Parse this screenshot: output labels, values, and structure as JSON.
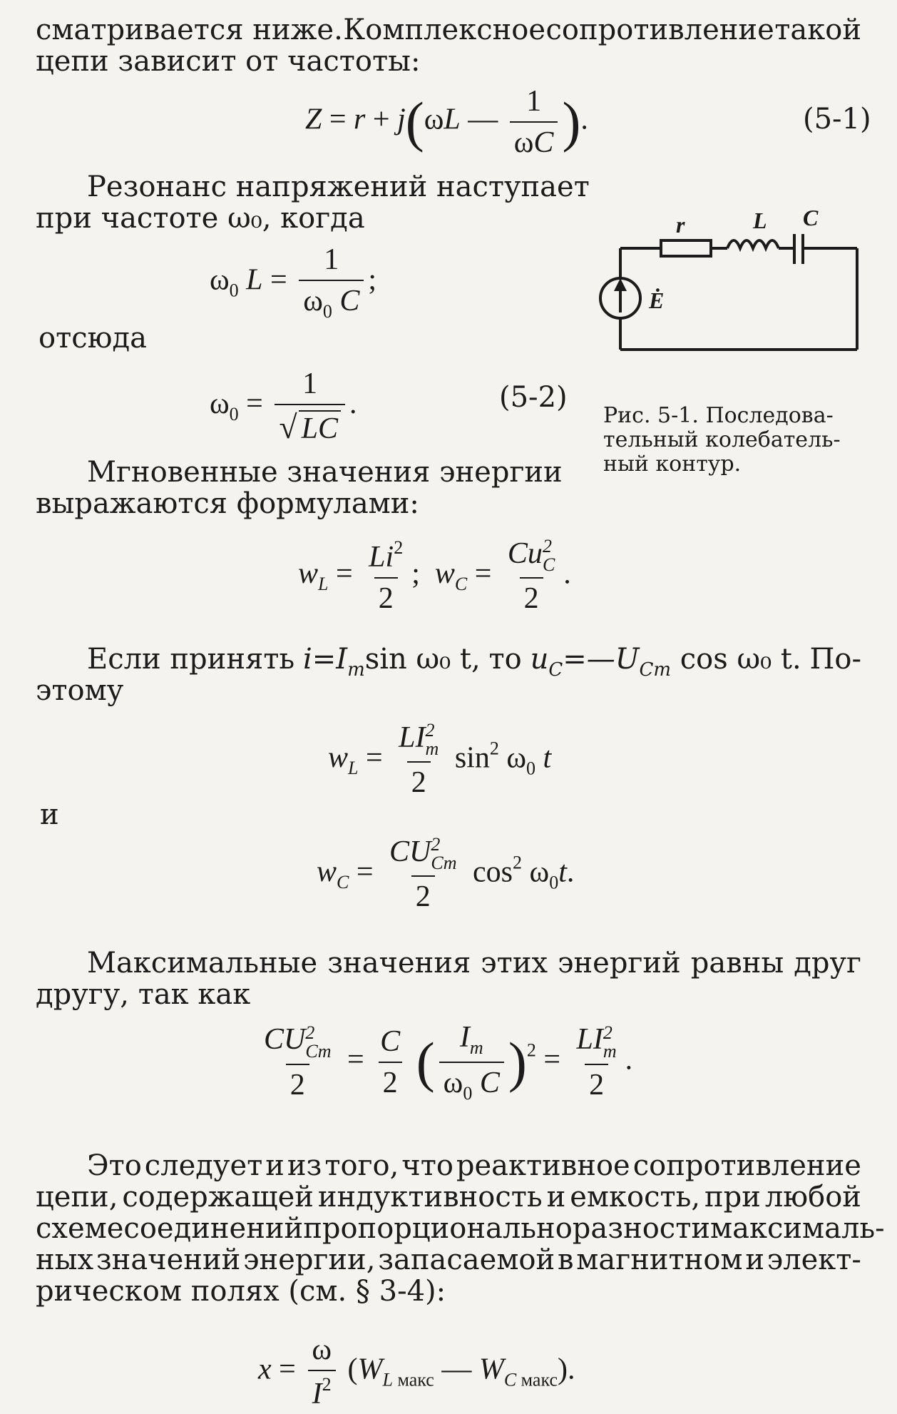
{
  "text": {
    "l1a": "сматривается ниже.",
    "l1b": "Комплексное",
    "l1c": "сопротивление",
    "l1d": "такой",
    "l2": "цепи зависит от частоты:",
    "p2a": "Резонанс напряжений наступает",
    "p2b": "при частоте ω₀, когда",
    "p2c": "отсюда",
    "p3a": "Мгновенные значения энергии",
    "p3b": "выражаются формулами:",
    "p4a_1": "Если принять",
    "p4a_2": "i=I",
    "p4a_3": "sin ω₀ t,",
    "p4a_4": "то",
    "p4a_5": "u",
    "p4a_6": "=—U",
    "p4a_7": "cos ω₀ t.",
    "p4a_8": "По-",
    "p4b": "этому",
    "and": "и",
    "p5a": [
      "Максимальные",
      "значения",
      "этих",
      "энергий",
      "равны",
      "друг"
    ],
    "p5b": "другу, так как",
    "p6": [
      [
        "Это",
        "следует",
        "и",
        "из",
        "того,",
        "что",
        "реактивное",
        "сопротивление"
      ],
      [
        "цепи,",
        "содержащей",
        "индуктивность",
        "и",
        "емкость,",
        "при",
        "любой"
      ],
      [
        "схеме",
        "соединений",
        "пропорционально",
        "разности",
        "максималь-"
      ],
      [
        "ных",
        "значений",
        "энергии,",
        "запасаемой",
        "в",
        "магнитном",
        "и",
        "элект-"
      ]
    ],
    "p6e": "рическом полях (см. § 3-4):"
  },
  "eq": {
    "n1": "(5-1)",
    "n2": "(5-2)"
  },
  "figure": {
    "label_r": "r",
    "label_L": "L",
    "label_C": "C",
    "label_E": "Ė",
    "caption": [
      "Рис. 5-1. Последова-",
      "тельный колебатель-",
      "ный контур."
    ]
  }
}
